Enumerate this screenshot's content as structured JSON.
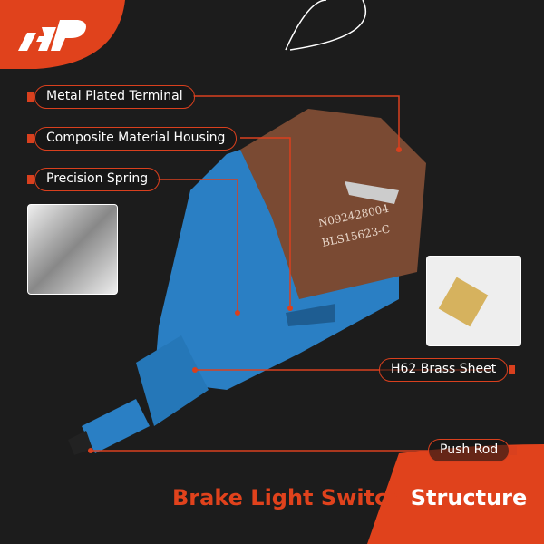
{
  "brand": {
    "logo_text": "A-P",
    "color": "#e0421c"
  },
  "labels": {
    "metal_plated_terminal": "Metal Plated Terminal",
    "composite_material_housing": "Composite Material Housing",
    "precision_spring": "Precision Spring",
    "h62_brass_sheet": "H62 Brass Sheet",
    "push_rod": "Push Rod"
  },
  "product": {
    "marking_line1": "N092428004",
    "marking_line2": "BLS15623-C",
    "housing_color": "#2a7fc4",
    "terminal_color": "#7a4a33"
  },
  "title": {
    "part1": "Brake Light Switch",
    "part2": "Structure"
  }
}
